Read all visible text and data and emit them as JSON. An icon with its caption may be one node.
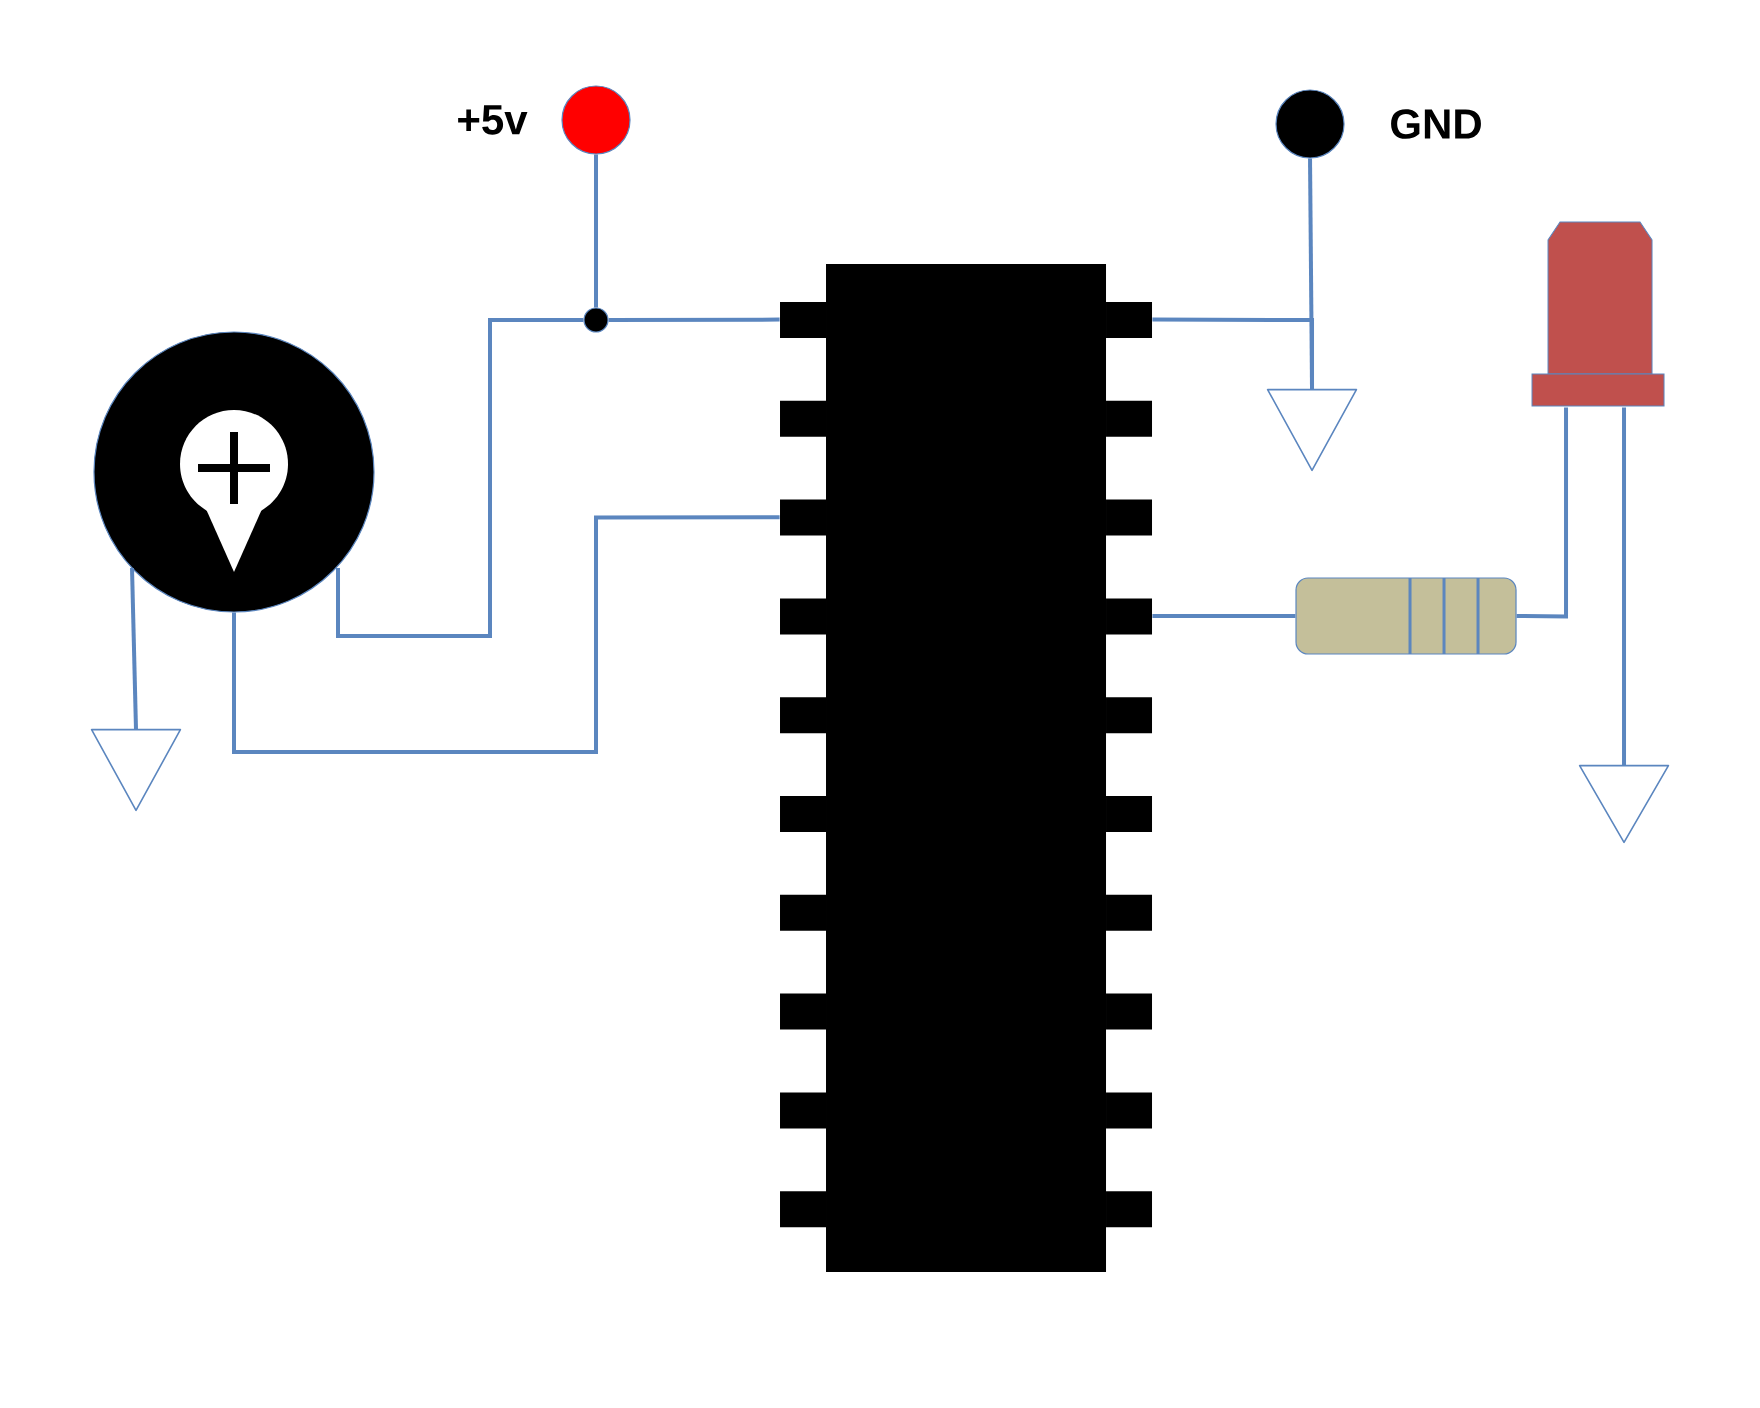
{
  "diagram": {
    "nodes": [
      {
        "text": [],
        "shape": "circle",
        "beside": [
          "+5v"
        ]
      },
      {
        "text": [],
        "shape": "circle",
        "beside": [
          "GND"
        ]
      },
      {
        "text": [],
        "shape": "circle"
      },
      {
        "text": [],
        "shape": "box"
      },
      {
        "text": [],
        "shape": "circle"
      },
      {
        "text": [],
        "shape": "triangle"
      },
      {
        "text": [],
        "shape": "triangle"
      },
      {
        "text": [],
        "shape": "bar"
      },
      {
        "text": [],
        "shape": "box"
      },
      {
        "text": [],
        "shape": "triangle"
      }
    ],
    "edges": [
      {
        "from": 0,
        "to": 2,
        "arrow": "none"
      },
      {
        "from": 2,
        "to": 3,
        "arrow": "none"
      },
      {
        "from": 4,
        "to": 2,
        "arrow": "none"
      },
      {
        "from": 4,
        "to": 5,
        "arrow": "none"
      },
      {
        "from": 4,
        "to": 3,
        "arrow": "none"
      },
      {
        "from": 1,
        "to": 6,
        "arrow": "none"
      },
      {
        "from": 3,
        "to": 6,
        "arrow": "none"
      },
      {
        "from": 3,
        "to": 7,
        "arrow": "none"
      },
      {
        "from": 7,
        "to": 8,
        "arrow": "none"
      },
      {
        "from": 8,
        "to": 9,
        "arrow": "none"
      }
    ]
  }
}
